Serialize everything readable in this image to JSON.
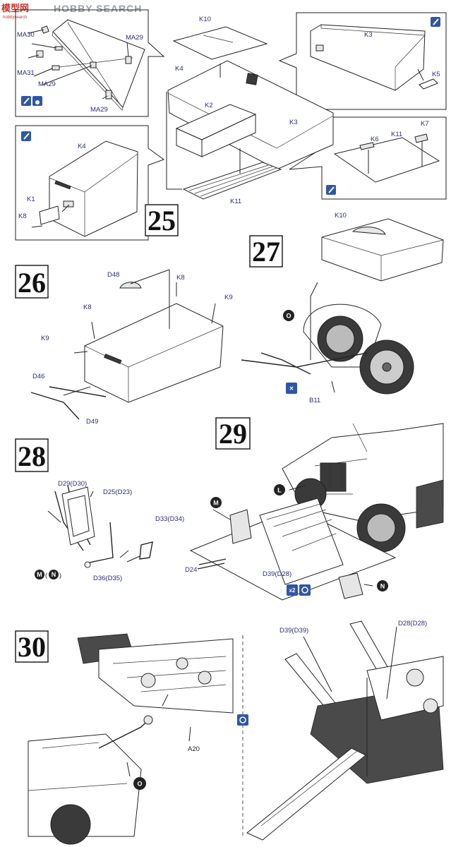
{
  "watermark": {
    "logo": "模型网",
    "brand": "HOBBY SEARCH",
    "sub": "hobbysearch"
  },
  "steps": [
    "25",
    "26",
    "27",
    "28",
    "29",
    "30"
  ],
  "parts": {
    "MA30": "MA30",
    "MA29a": "MA29",
    "MA31": "MA31",
    "MA29b": "MA29",
    "MA29c": "MA29",
    "K10": "K10",
    "K4a": "K4",
    "K2": "K2",
    "K3a": "K3",
    "K11a": "K11",
    "K3b": "K3",
    "K5": "K5",
    "K4b": "K4",
    "K1": "K1",
    "K8a": "K8",
    "K6": "K6",
    "K11b": "K11",
    "K7": "K7",
    "D48": "D48",
    "K8b": "K8",
    "K8c": "K8",
    "K9a": "K9",
    "K9b": "K9",
    "D46": "D46",
    "D49": "D49",
    "K10b": "K10",
    "B11": "B11",
    "D29": "D29(D30)",
    "D25": "D25(D23)",
    "D33": "D33(D34)",
    "D36": "D36(D35)",
    "D24": "D24",
    "D39a": "D39(D28)",
    "D39b": "D39(D39)",
    "D28": "D28(D28)",
    "A20": "A20"
  },
  "markers": {
    "O1": "O",
    "L": "L",
    "M1": "M",
    "N1": "N",
    "MN_M": "M",
    "MN_N": "N",
    "MN_paren": "( )",
    "O2": "O"
  },
  "icons": {
    "times2": "x2"
  }
}
